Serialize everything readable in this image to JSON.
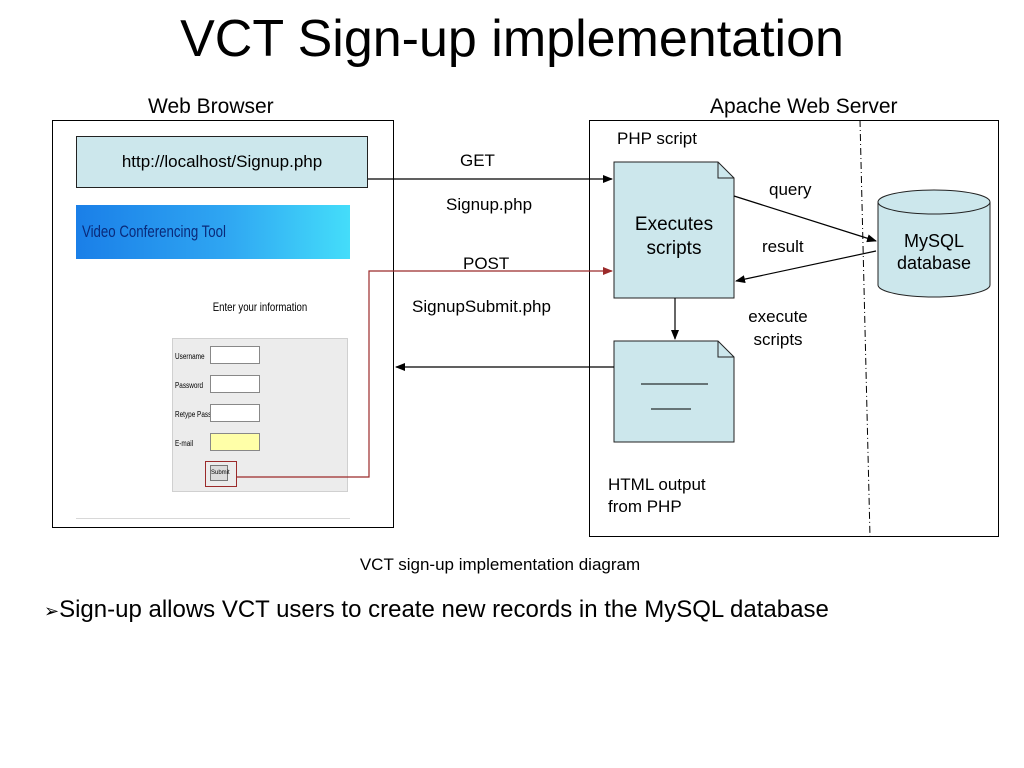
{
  "title": "VCT Sign-up implementation",
  "browser": {
    "label": "Web Browser",
    "url": "http://localhost/Signup.php",
    "banner_text": "Video Conferencing Tool",
    "form_heading": "Enter your information",
    "fields": [
      "Username",
      "Password",
      "Retype Password",
      "E-mail"
    ],
    "submit_label": "Submit"
  },
  "server": {
    "label": "Apache Web Server",
    "php_script_label": "PHP script",
    "executes_label": "Executes scripts",
    "database_label": "MySQL database",
    "html_output_label": "HTML output from PHP"
  },
  "arrows": {
    "get": "GET",
    "get_file": "Signup.php",
    "post": "POST",
    "post_file": "SignupSubmit.php",
    "query": "query",
    "result": "result",
    "execute": "execute scripts"
  },
  "caption": "VCT sign-up implementation diagram",
  "bullet": "Sign-up allows VCT users to create new records in the MySQL database",
  "colors": {
    "doc_fill": "#cce7ec",
    "post_arrow": "#9b2a2a"
  }
}
